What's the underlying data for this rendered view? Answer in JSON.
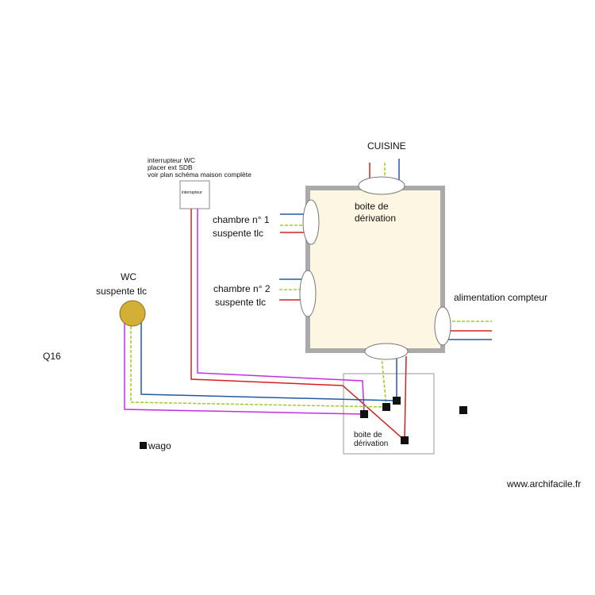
{
  "labels": {
    "cuisine": "CUISINE",
    "main_box_line1": "boite de",
    "main_box_line2": "dérivation",
    "chambre1_line1": "chambre n° 1",
    "chambre1_line2": "suspente tlc",
    "chambre2_line1": "chambre n° 2",
    "chambre2_line2": "suspente tlc",
    "alimentation": "alimentation compteur",
    "wc_line1": "WC",
    "wc_line2": "suspente tlc",
    "q16": "Q16",
    "wago": "wago",
    "small_box_line1": "boite de",
    "small_box_line2": "dérivation",
    "interrupteur_note_line1": "interrupteur WC",
    "interrupteur_note_line2": "placer ext SDB",
    "interrupteur_note_line3": "voir plan schéma maison complète",
    "interrupteur_box": "interrupteur",
    "watermark": "www.archifacile.fr"
  },
  "colors": {
    "phase": "#d42020",
    "neutral": "#1f5aa6",
    "earth": "#9ad11a",
    "return": "#c030e0",
    "box_fill": "#fdf6e3",
    "box_border": "#aaaaaa",
    "lamp_fill": "#d4af37"
  }
}
